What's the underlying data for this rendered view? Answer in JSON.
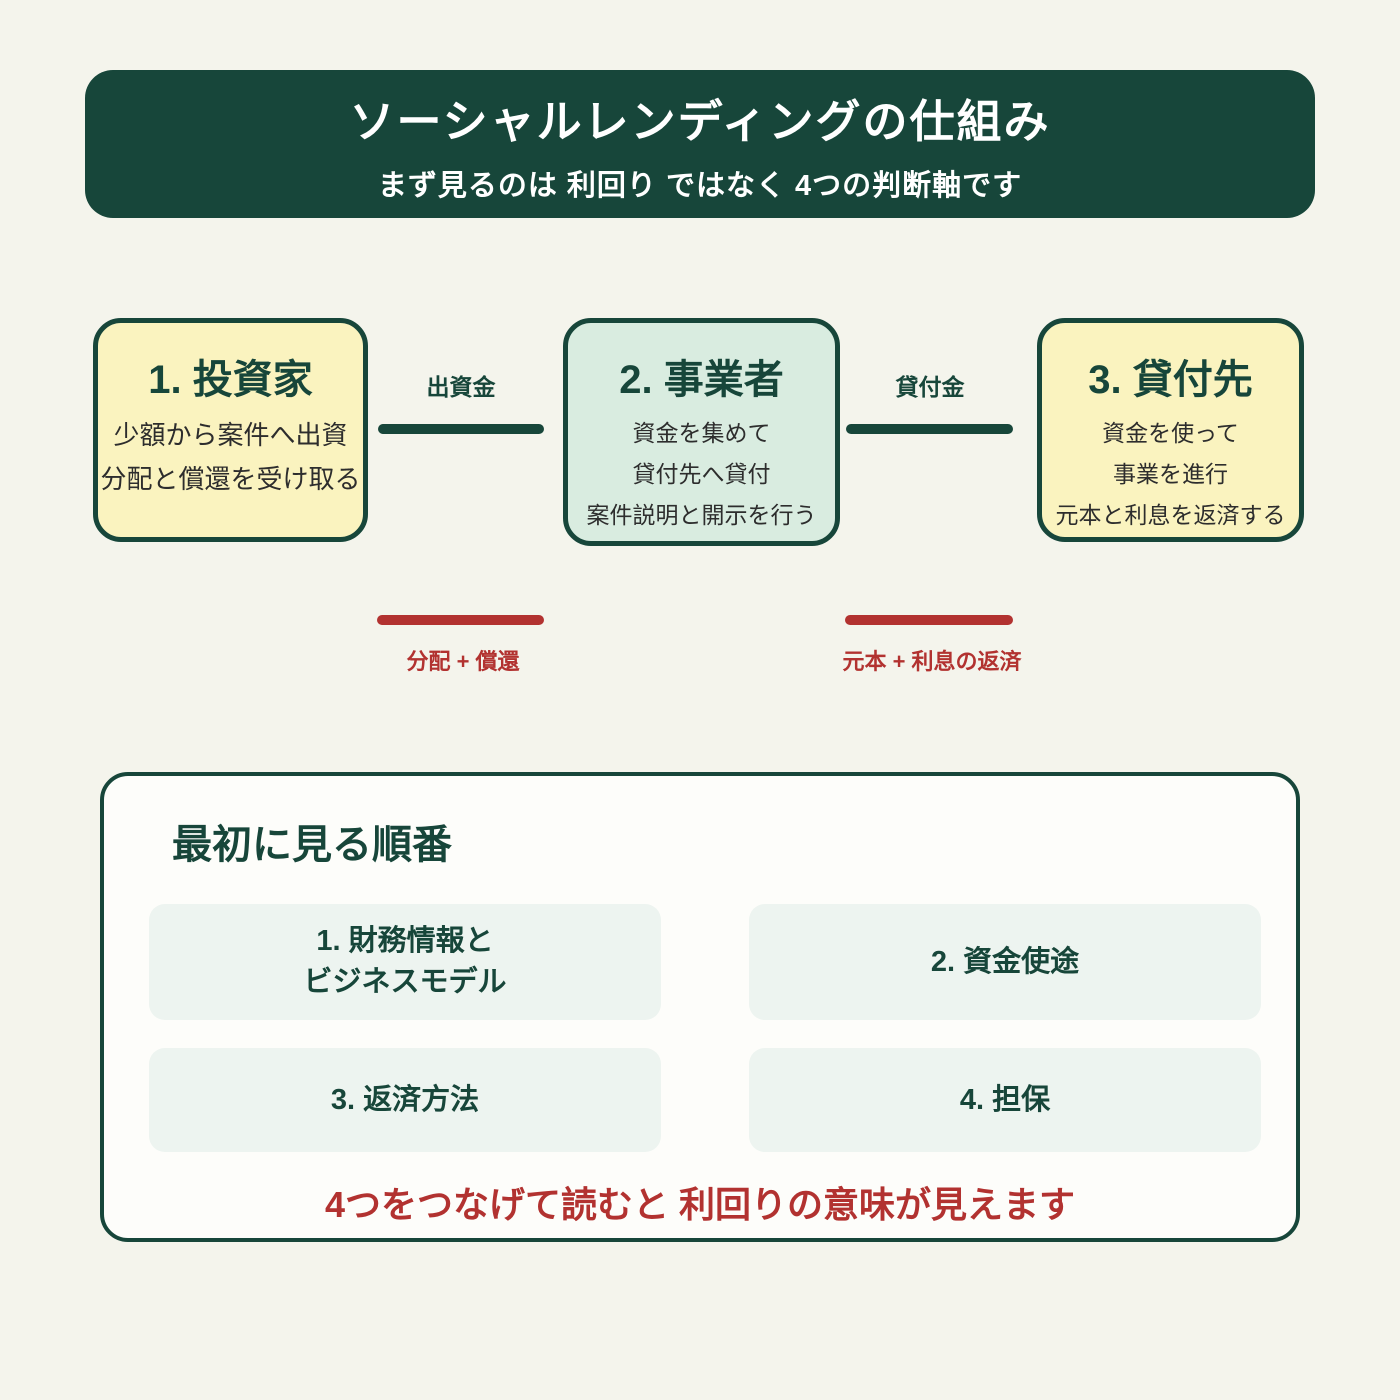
{
  "colors": {
    "page_bg": "#f4f4ec",
    "brand_green": "#17463a",
    "accent_red": "#b23230",
    "node_yellow": "#faf3bf",
    "node_mint": "#d9ece0",
    "item_bg": "#edf4f0",
    "card_bg": "#fdfdfa",
    "text_dark": "#2d2d2d",
    "text_white": "#ffffff"
  },
  "header": {
    "title": "ソーシャルレンディングの仕組み",
    "subtitle": "まず見るのは 利回り ではなく 4つの判断軸です"
  },
  "flow": {
    "nodes": [
      {
        "title": "1. 投資家",
        "lines": [
          "少額から案件へ出資",
          "分配と償還を受け取る"
        ]
      },
      {
        "title": "2. 事業者",
        "lines": [
          "資金を集めて",
          "貸付先へ貸付",
          "案件説明と開示を行う"
        ]
      },
      {
        "title": "3. 貸付先",
        "lines": [
          "資金を使って",
          "事業を進行",
          "元本と利息を返済する"
        ]
      }
    ],
    "forward_links": [
      {
        "label": "出資金"
      },
      {
        "label": "貸付金"
      }
    ],
    "return_links": [
      {
        "label": "分配 + 償還"
      },
      {
        "label": "元本 + 利息の返済"
      }
    ]
  },
  "checklist": {
    "heading": "最初に見る順番",
    "items": [
      {
        "lines": [
          "1. 財務情報と",
          "ビジネスモデル"
        ]
      },
      {
        "lines": [
          "2. 資金使途"
        ]
      },
      {
        "lines": [
          "3. 返済方法"
        ]
      },
      {
        "lines": [
          "4. 担保"
        ]
      }
    ],
    "footer": "4つをつなげて読むと 利回りの意味が見えます"
  }
}
